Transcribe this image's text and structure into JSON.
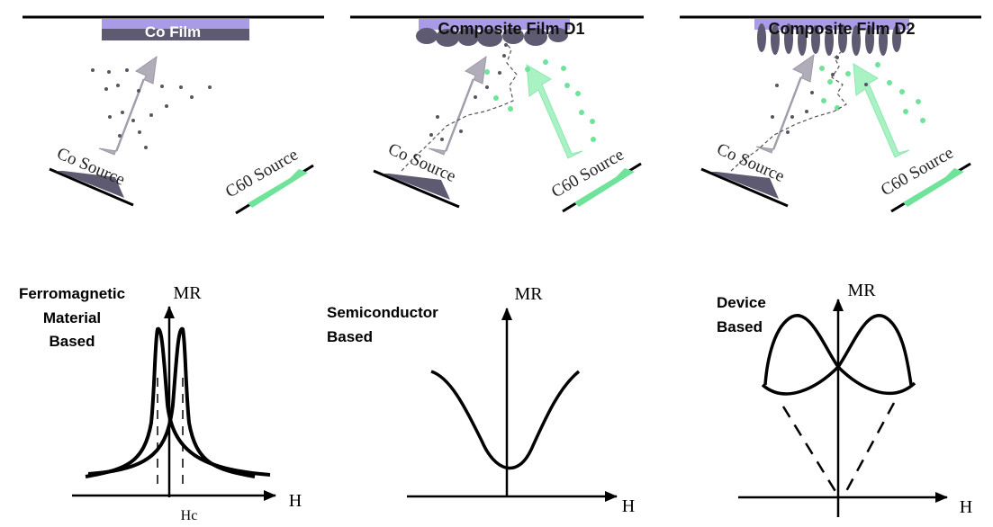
{
  "deposition": {
    "panel_a": {
      "film_label": "Co Film",
      "source_label": "Co Source",
      "source2_label": "C60 Source"
    },
    "panel_b": {
      "film_label": "Composite Film D1",
      "source_label": "Co Source",
      "source2_label": "C60 Source"
    },
    "panel_c": {
      "film_label": "Composite Film D2",
      "source_label": "Co Source",
      "source2_label": "C60 Source"
    }
  },
  "mr_plots": {
    "ferro": {
      "title_line1": "Ferromagnetic",
      "title_line2": "Material",
      "title_line3": "Based",
      "y_label": "MR",
      "x_label": "H",
      "hc_label": "Hc"
    },
    "semi": {
      "title_line1": "Semiconductor",
      "title_line2": "Based",
      "y_label": "MR",
      "x_label": "H"
    },
    "device": {
      "title_line1": "Device",
      "title_line2": "Based",
      "y_label": "MR",
      "x_label": "H"
    }
  },
  "colors": {
    "co_film": "#a99be6",
    "co_film_dark": "#5e5a72",
    "c60_green": "#6fe39a",
    "co_arrow": "#b0adb8",
    "c60_arrow": "#a8f2c4",
    "dot_dark": "#555566",
    "source_dark": "#5e5a72"
  }
}
